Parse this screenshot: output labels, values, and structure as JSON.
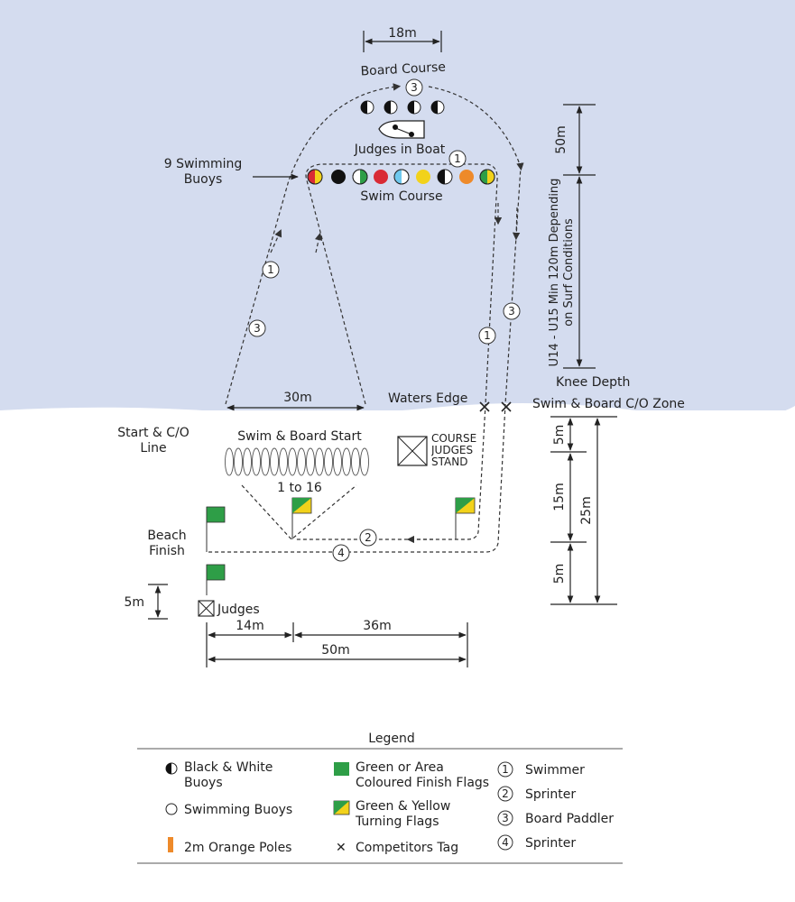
{
  "colors": {
    "sea": "#d4dcef",
    "sand": "#ffffff",
    "green_flag": "#2e9e47",
    "yellow": "#f2d21b",
    "orange": "#ee8a2a",
    "red": "#d92b35",
    "light_blue": "#6ec8ee"
  },
  "course": {
    "board_course": "Board Course",
    "judges_in_boat": "Judges in Boat",
    "swim_course": "Swim Course",
    "nine_buoys": "9 Swimming Buoys",
    "waters_edge": "Waters Edge",
    "knee_depth": "Knee Depth",
    "co_zone": "Swim & Board C/O Zone",
    "start_co_line": "Start & C/O Line",
    "swim_board_start": "Swim & Board Start",
    "positions": "1 to 16",
    "course_judges_stand": "COURSE JUDGES STAND",
    "beach_finish": "Beach Finish",
    "judges": "Judges",
    "depth_note": "U14 - U15 Min 120m Depending on Surf Conditions"
  },
  "dimensions": {
    "board_width": "18m",
    "start_width": "30m",
    "boat_gap": "50m",
    "beach_5m_top": "5m",
    "beach_15m": "15m",
    "beach_5m_bottom": "5m",
    "beach_25m": "25m",
    "judges_5m": "5m",
    "d14": "14m",
    "d36": "36m",
    "d50": "50m"
  },
  "route_markers": {
    "swimmer": "1",
    "sprinter": "2",
    "board_paddler": "3",
    "sprinter2": "4"
  },
  "legend": {
    "title": "Legend",
    "items": [
      {
        "icon": "black-white-buoy-icon",
        "label": "Black & White Buoys"
      },
      {
        "icon": "green-flag-icon",
        "label": "Green or Area Coloured Finish Flags"
      },
      {
        "icon": "circle-1-icon",
        "symbol": "1",
        "label": "Swimmer"
      },
      {
        "icon": "swimming-buoy-icon",
        "label": "Swimming Buoys"
      },
      {
        "icon": "green-yellow-flag-icon",
        "label": "Green & Yellow Turning Flags"
      },
      {
        "icon": "circle-2-icon",
        "symbol": "2",
        "label": "Sprinter"
      },
      {
        "icon": "orange-pole-icon",
        "label": "2m Orange Poles"
      },
      {
        "icon": "cross-icon",
        "symbol": "✕",
        "label": "Competitors Tag"
      },
      {
        "icon": "circle-3-icon",
        "symbol": "3",
        "label": "Board Paddler"
      },
      {
        "icon": "circle-4-icon",
        "symbol": "4",
        "label": "Sprinter"
      }
    ]
  }
}
